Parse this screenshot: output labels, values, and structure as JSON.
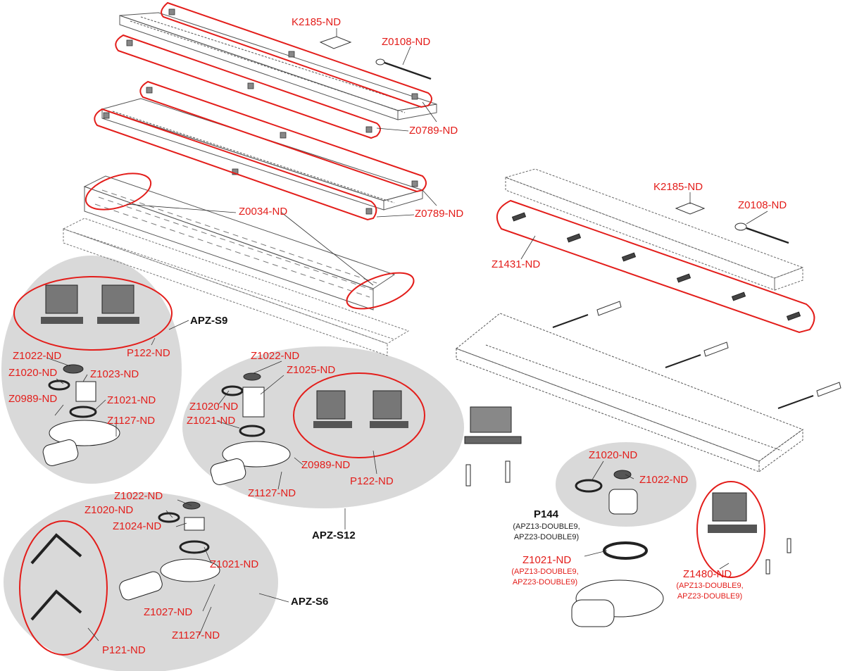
{
  "labels": {
    "k2185_top": "K2185-ND",
    "z0108_top": "Z0108-ND",
    "z0789_a": "Z0789-ND",
    "z0789_b": "Z0789-ND",
    "z0034": "Z0034-ND",
    "k2185_right": "K2185-ND",
    "z0108_right": "Z0108-ND",
    "z1431": "Z1431-ND",
    "s9_p122": "P122-ND",
    "s9_z1022": "Z1022-ND",
    "s9_z1020": "Z1020-ND",
    "s9_z1023": "Z1023-ND",
    "s9_z0989": "Z0989-ND",
    "s9_z1021": "Z1021-ND",
    "s9_z1127": "Z1127-ND",
    "s12_z1022": "Z1022-ND",
    "s12_z1025": "Z1025-ND",
    "s12_z1020": "Z1020-ND",
    "s12_z1021": "Z1021-ND",
    "s12_z0989": "Z0989-ND",
    "s12_p122": "P122-ND",
    "s12_z1127": "Z1127-ND",
    "s6_z1022": "Z1022-ND",
    "s6_z1020": "Z1020-ND",
    "s6_z1024": "Z1024-ND",
    "s6_z1021": "Z1021-ND",
    "s6_z1027": "Z1027-ND",
    "s6_z1127": "Z1127-ND",
    "s6_p121": "P121-ND",
    "p144_z1020": "Z1020-ND",
    "p144_z1022": "Z1022-ND",
    "z1021_right": "Z1021-ND",
    "z1480": "Z1480-ND"
  },
  "groups": {
    "apz_s9": "APZ-S9",
    "apz_s12": "APZ-S12",
    "apz_s6": "APZ-S6",
    "p144": "P144"
  },
  "sublines": {
    "p144_a": "(APZ13-DOUBLE9,",
    "p144_b": "APZ23-DOUBLE9)",
    "z1021_a": "(APZ13-DOUBLE9,",
    "z1021_b": "APZ23-DOUBLE9)",
    "z1480_a": "(APZ13-DOUBLE9,",
    "z1480_b": "APZ23-DOUBLE9)"
  },
  "colors": {
    "highlight": "#e31d1a",
    "panel": "#d9d9d9",
    "line": "#333333"
  }
}
